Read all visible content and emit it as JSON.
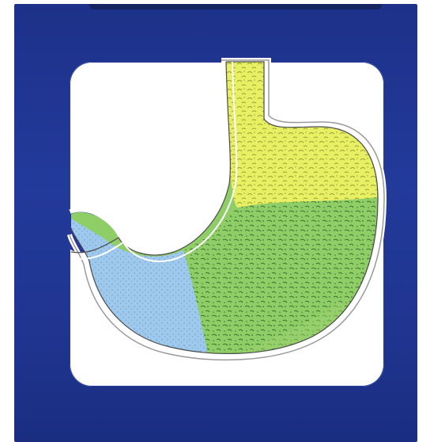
{
  "figure": {
    "subject": "stomach",
    "regions": [
      {
        "name": "fundus",
        "color": "#e7ef62"
      },
      {
        "name": "body",
        "color": "#8fcd66"
      },
      {
        "name": "antrum",
        "color": "#9fc9ec"
      },
      {
        "name": "pylorus",
        "color": "#27359c"
      }
    ],
    "frame_color": "#223a9a",
    "card_color": "#ffffff"
  }
}
